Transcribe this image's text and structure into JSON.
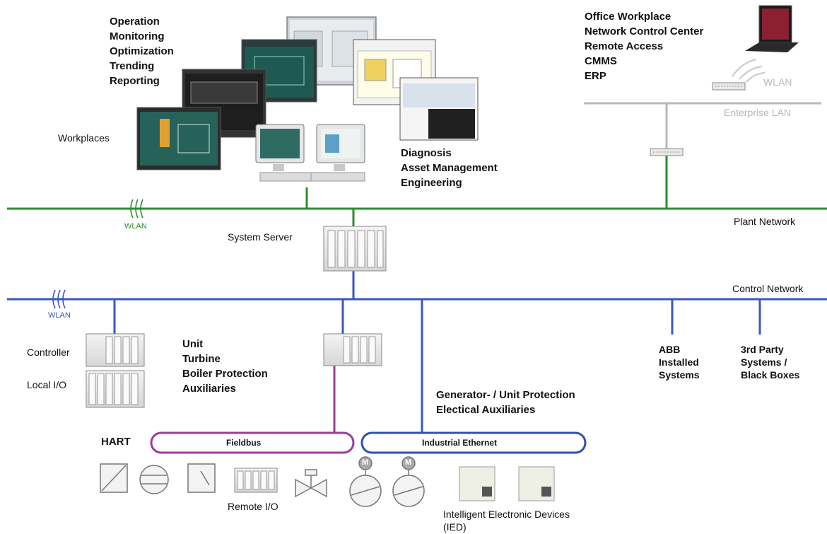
{
  "labels": {
    "operations": [
      "Operation",
      "Monitoring",
      "Optimization",
      "Trending",
      "Reporting"
    ],
    "workplaces": "Workplaces",
    "diagnosis": [
      "Diagnosis",
      "Asset Management",
      "Engineering"
    ],
    "office": [
      "Office Workplace",
      "Network Control Center",
      "Remote Access",
      "CMMS",
      "ERP"
    ],
    "wlan_office": "WLAN",
    "enterprise_lan": "Enterprise LAN",
    "plant_network": "Plant Network",
    "wlan_plant": "WLAN",
    "system_server": "System Server",
    "control_network": "Control Network",
    "wlan_control": "WLAN",
    "controller": "Controller",
    "local_io": "Local I/O",
    "unit_functions": [
      "Unit",
      "Turbine",
      "Boiler Protection",
      "Auxiliaries"
    ],
    "abb_installed": [
      "ABB",
      "Installed",
      "Systems"
    ],
    "third_party": [
      "3rd Party",
      "Systems /",
      "Black Boxes"
    ],
    "generator": [
      "Generator- / Unit Protection",
      "Electical Auxiliaries"
    ],
    "hart": "HART",
    "fieldbus": "Fieldbus",
    "industrial_ethernet": "Industrial Ethernet",
    "remote_io": "Remote I/O",
    "ied": [
      "Intelligent Electronic Devices",
      "(IED)"
    ],
    "motor_symbol": "M"
  },
  "colors": {
    "plant_network": "#2e8b2e",
    "control_network": "#3a57c4",
    "enterprise_lan": "#b8b8b8",
    "fieldbus": "#9a3d9a",
    "industrial_ethernet": "#2f50b0"
  },
  "icons": [
    "wlan-icon",
    "monitor-icon",
    "laptop-icon",
    "switch-icon",
    "server-rack-icon",
    "transmitter-icon",
    "flow-meter-icon",
    "switch-symbol-icon",
    "valve-icon",
    "motor-pump-icon",
    "ied-icon"
  ]
}
